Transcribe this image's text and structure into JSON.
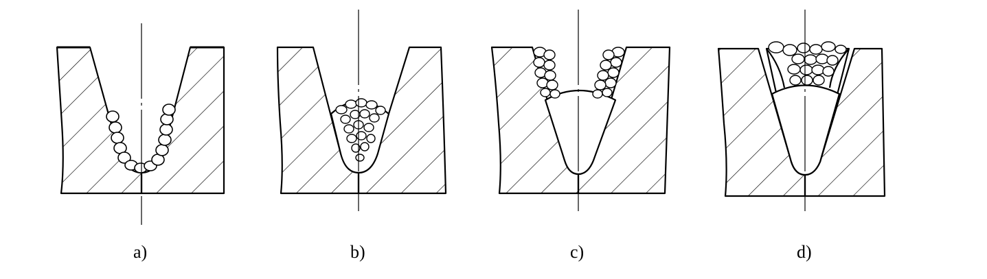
{
  "panels": [
    {
      "id": "a",
      "caption": "a)"
    },
    {
      "id": "b",
      "caption": "b)"
    },
    {
      "id": "c",
      "caption": "c)"
    },
    {
      "id": "d",
      "caption": "d)"
    }
  ],
  "colors": {
    "line": "#000000",
    "fill": "#ffffff",
    "background": "#ffffff"
  }
}
